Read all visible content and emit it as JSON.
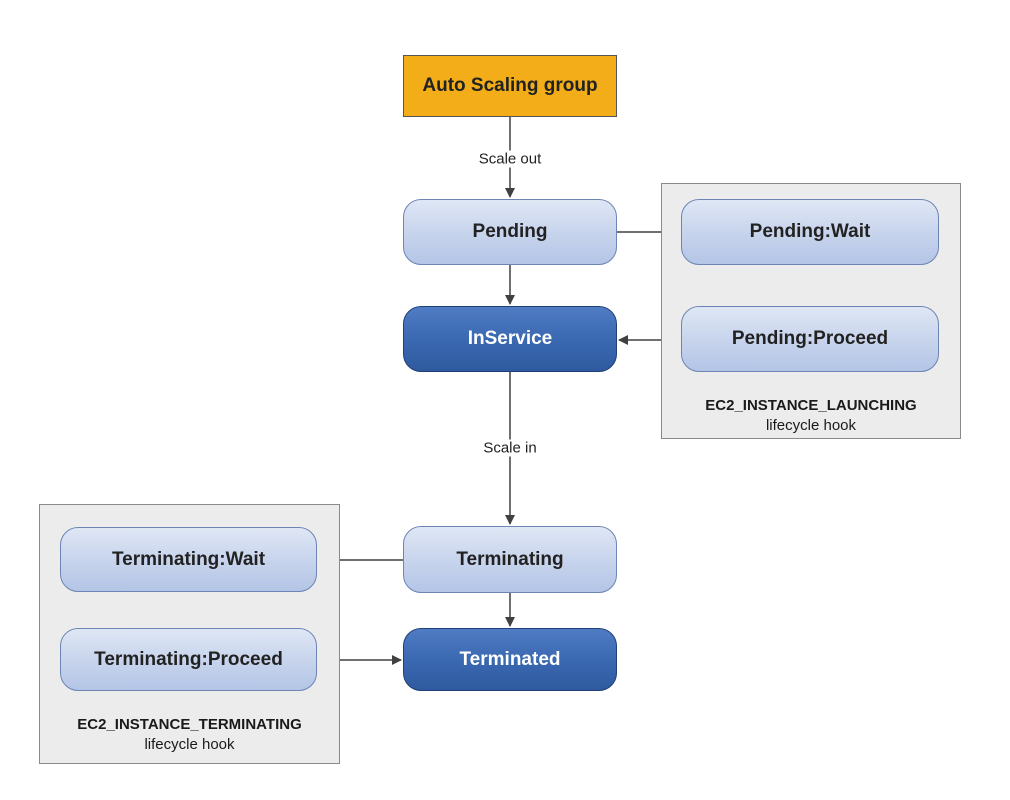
{
  "nodes": {
    "asg": "Auto Scaling group",
    "pending": "Pending",
    "pending_wait": "Pending:Wait",
    "pending_proceed": "Pending:Proceed",
    "inservice": "InService",
    "terminating": "Terminating",
    "terminating_wait": "Terminating:Wait",
    "terminating_proceed": "Terminating:Proceed",
    "terminated": "Terminated"
  },
  "edges": {
    "scale_out": "Scale out",
    "scale_in": "Scale in"
  },
  "groups": {
    "launch": {
      "title": "EC2_INSTANCE_LAUNCHING",
      "subtitle": "lifecycle hook"
    },
    "terminate": {
      "title": "EC2_INSTANCE_TERMINATING",
      "subtitle": "lifecycle hook"
    }
  },
  "colors": {
    "asg_fill": "#f2ad19",
    "state_fill": "#c6d3ec",
    "terminal_state_fill": "#3967b0",
    "hook_box_fill": "#ececec",
    "connector": "#404040"
  }
}
